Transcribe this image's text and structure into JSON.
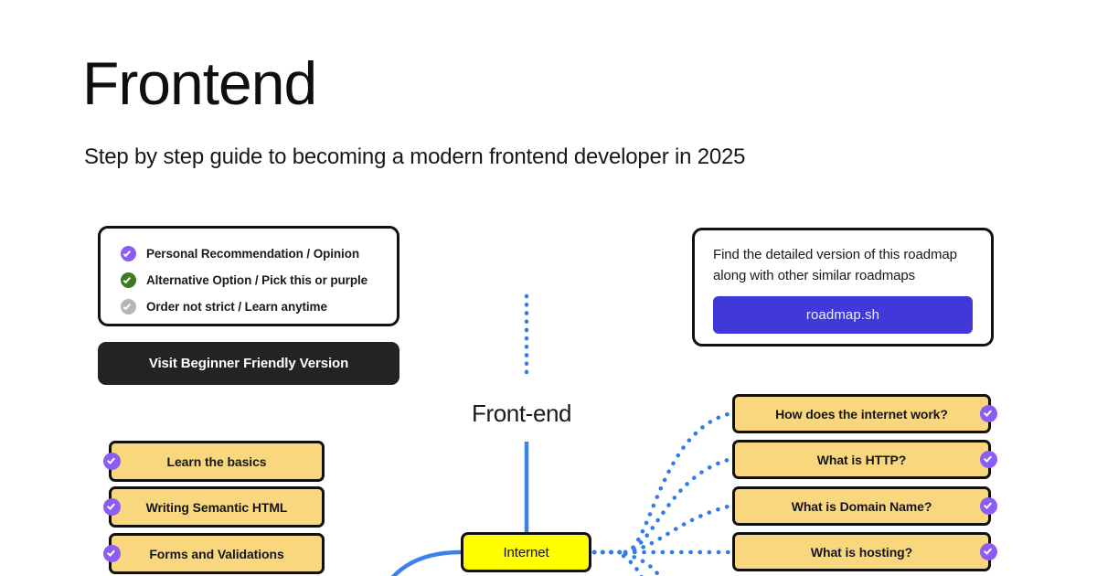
{
  "header": {
    "title": "Frontend",
    "subtitle": "Step by step guide to becoming a modern frontend developer in 2025"
  },
  "legend": {
    "items": [
      {
        "label": "Personal Recommendation / Opinion",
        "icon": "check-circle-icon",
        "color": "#8b5cf6"
      },
      {
        "label": "Alternative Option / Pick this or purple",
        "icon": "check-circle-icon",
        "color": "#3d7a22"
      },
      {
        "label": "Order not strict / Learn anytime",
        "icon": "check-circle-icon",
        "color": "#b6b6b6"
      }
    ]
  },
  "beginner_button": {
    "label": "Visit Beginner Friendly Version",
    "background": "#232326"
  },
  "info_card": {
    "text": "Find the detailed version of this roadmap along with other similar roadmaps",
    "button_label": "roadmap.sh",
    "button_color": "#4038d8"
  },
  "graph": {
    "root_label": "Front-end",
    "internet_node": {
      "label": "Internet",
      "color": "#ffff00"
    },
    "connector_color": "#2f7ded"
  },
  "left_topics": [
    {
      "label": "Learn the basics",
      "badge": "check-circle-icon"
    },
    {
      "label": "Writing Semantic HTML",
      "badge": "check-circle-icon"
    },
    {
      "label": "Forms and Validations",
      "badge": "check-circle-icon"
    }
  ],
  "right_topics": [
    {
      "label": "How does the internet work?",
      "badge": "check-circle-icon"
    },
    {
      "label": "What is HTTP?",
      "badge": "check-circle-icon"
    },
    {
      "label": "What is Domain Name?",
      "badge": "check-circle-icon"
    },
    {
      "label": "What is hosting?",
      "badge": "check-circle-icon"
    }
  ]
}
